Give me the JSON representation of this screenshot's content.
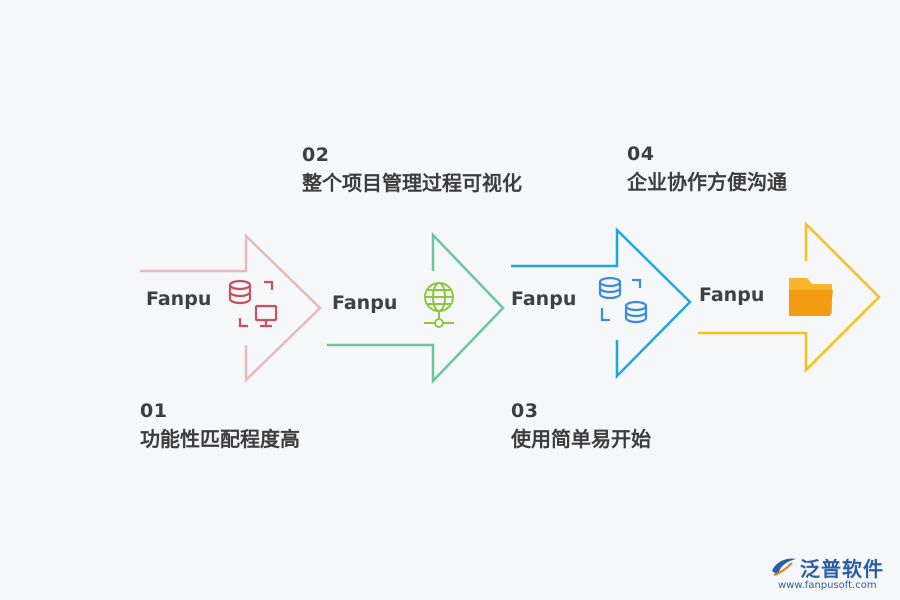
{
  "steps": [
    {
      "number": "01",
      "title": "功能性匹配程度高",
      "brand": "Fanpu",
      "color": "#e8b9bd",
      "icon": "database-monitor-icon"
    },
    {
      "number": "02",
      "title": "整个项目管理过程可视化",
      "brand": "Fanpu",
      "color": "#6bc79a",
      "icon": "globe-network-icon"
    },
    {
      "number": "03",
      "title": "使用简单易开始",
      "brand": "Fanpu",
      "color": "#1ea7e0",
      "icon": "database-sync-icon"
    },
    {
      "number": "04",
      "title": "企业协作方便沟通",
      "brand": "Fanpu",
      "color": "#f5c11a",
      "icon": "folder-icon"
    }
  ],
  "logo": {
    "name": "泛普软件",
    "url": "www.fanpusoft.com",
    "color": "#2a5fa8"
  }
}
